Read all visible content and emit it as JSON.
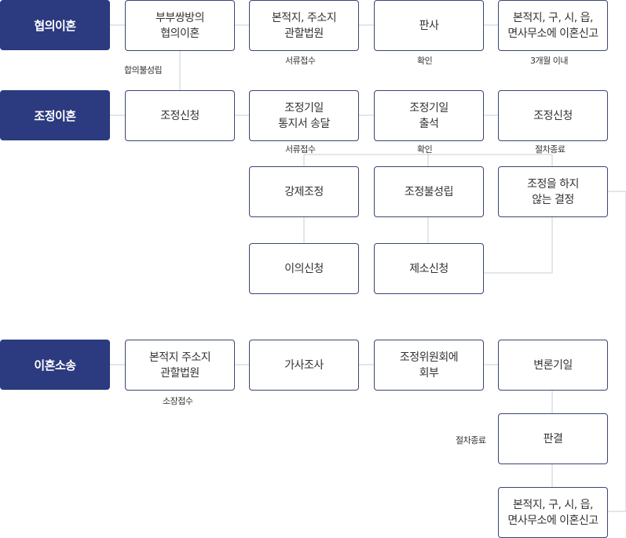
{
  "sections": {
    "agreement": {
      "title": "협의이혼",
      "steps": [
        "부부쌍방의\n협의이혼",
        "본적지, 주소지\n관할법원",
        "판사",
        "본적지, 구, 시, 읍,\n면사무소에 이혼신고"
      ],
      "labels": {
        "court": "서류접수",
        "judge": "확인",
        "report": "3개월 이내",
        "fail": "합의불성립"
      }
    },
    "mediation": {
      "title": "조정이혼",
      "steps": [
        "조정신청",
        "조정기일\n통지서 송달",
        "조정기일\n출석",
        "조정신청"
      ],
      "labels": {
        "notice": "서류접수",
        "attend": "확인",
        "end": "절차종료"
      },
      "branches": {
        "forced": "강제조정",
        "failed": "조정불성립",
        "no_decision": "조정을 하지\n않는 결정",
        "objection": "이의신청",
        "lawsuit": "제소신청"
      }
    },
    "litigation": {
      "title": "이혼소송",
      "steps": [
        "본적지 주소지\n관할법원",
        "가사조사",
        "조정위원회에\n회부",
        "변론기일"
      ],
      "labels": {
        "filing": "소장접수",
        "end": "절차종료"
      },
      "judgment": "판결",
      "report": "본적지, 구, 시, 읍,\n면사무소에 이혼신고"
    }
  },
  "colors": {
    "header_bg": "#2c3a7f",
    "box_border": "#3a4574",
    "connector": "#c9ccd6"
  }
}
